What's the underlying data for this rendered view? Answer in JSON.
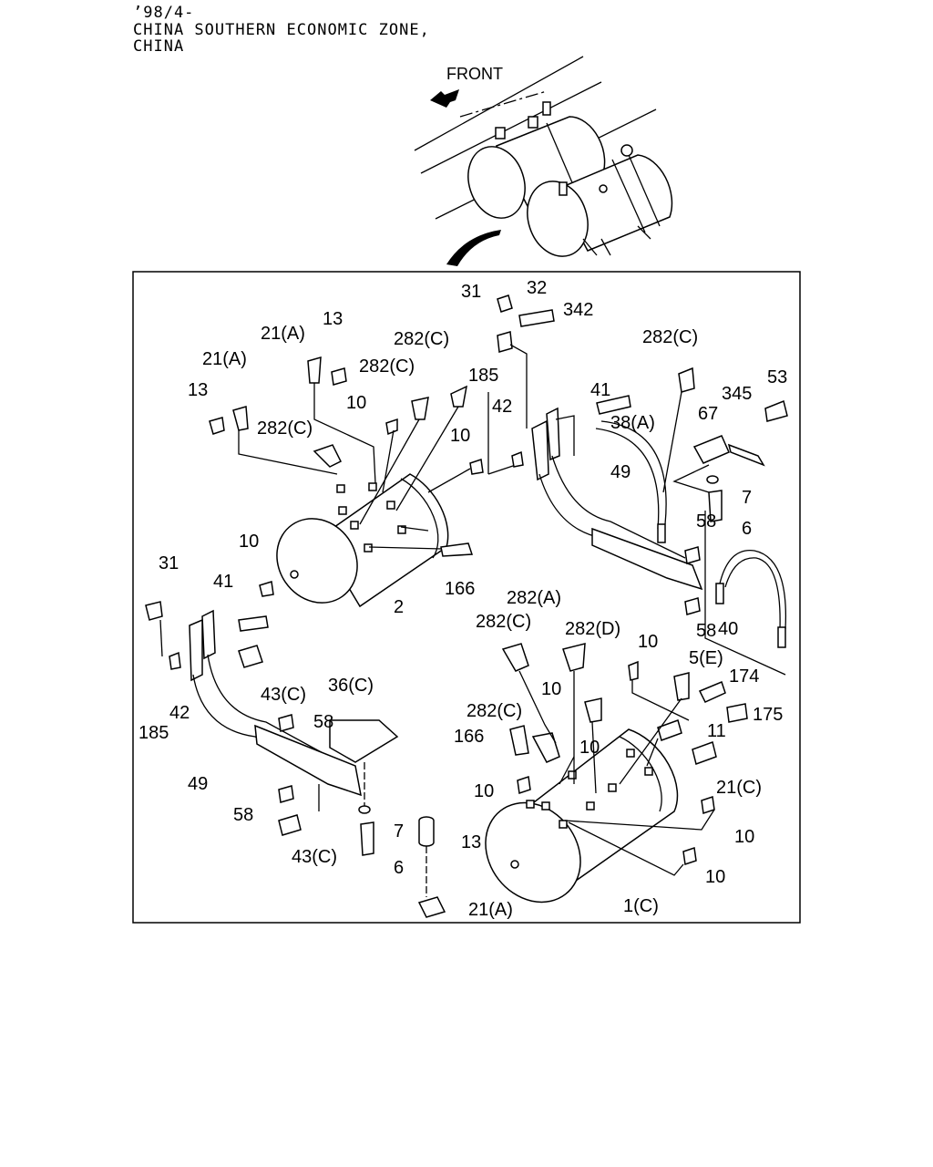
{
  "header": {
    "line1": "’98/4-",
    "line2": "CHINA SOUTHERN ECONOMIC ZONE,",
    "line3": "CHINA"
  },
  "overview": {
    "front_label": "FRONT"
  },
  "parts": {
    "p31_top": "31",
    "p32": "32",
    "p342": "342",
    "p282c_top": "282(C)",
    "p21a_top": "21(A)",
    "p13_top": "13",
    "p21a_left": "21(A)",
    "p13_left": "13",
    "p282c_a": "282(C)",
    "p282c_b": "282(C)",
    "p282c_c": "282(C)",
    "p10_a": "10",
    "p185_top": "185",
    "p10_b": "10",
    "p42_top": "42",
    "p41_top": "41",
    "p38a": "38(A)",
    "p67": "67",
    "p345": "345",
    "p53": "53",
    "p49_top": "49",
    "p7_top": "7",
    "p6_top": "6",
    "p58_a": "58",
    "p58_b": "58",
    "p40": "40",
    "p10_c": "10",
    "p166_top": "166",
    "p2": "2",
    "p31_left": "31",
    "p41_left": "41",
    "p42_left": "42",
    "p185_left": "185",
    "p43c_a": "43(C)",
    "p36c": "36(C)",
    "p58_c": "58",
    "p49_left": "49",
    "p58_d": "58",
    "p43c_b": "43(C)",
    "p7_left": "7",
    "p6_left": "6",
    "p13_bottom": "13",
    "p282a": "282(A)",
    "p282c_d": "282(C)",
    "p282d": "282(D)",
    "p10_d": "10",
    "p5e": "5(E)",
    "p174": "174",
    "p175": "175",
    "p282c_e": "282(C)",
    "p10_e": "10",
    "p11": "11",
    "p166_bottom": "166",
    "p10_f": "10",
    "p21c": "21(C)",
    "p10_g": "10",
    "p10_h": "10",
    "p10_i": "10",
    "p1c": "1(C)",
    "p21a_bottom": "21(A)"
  }
}
